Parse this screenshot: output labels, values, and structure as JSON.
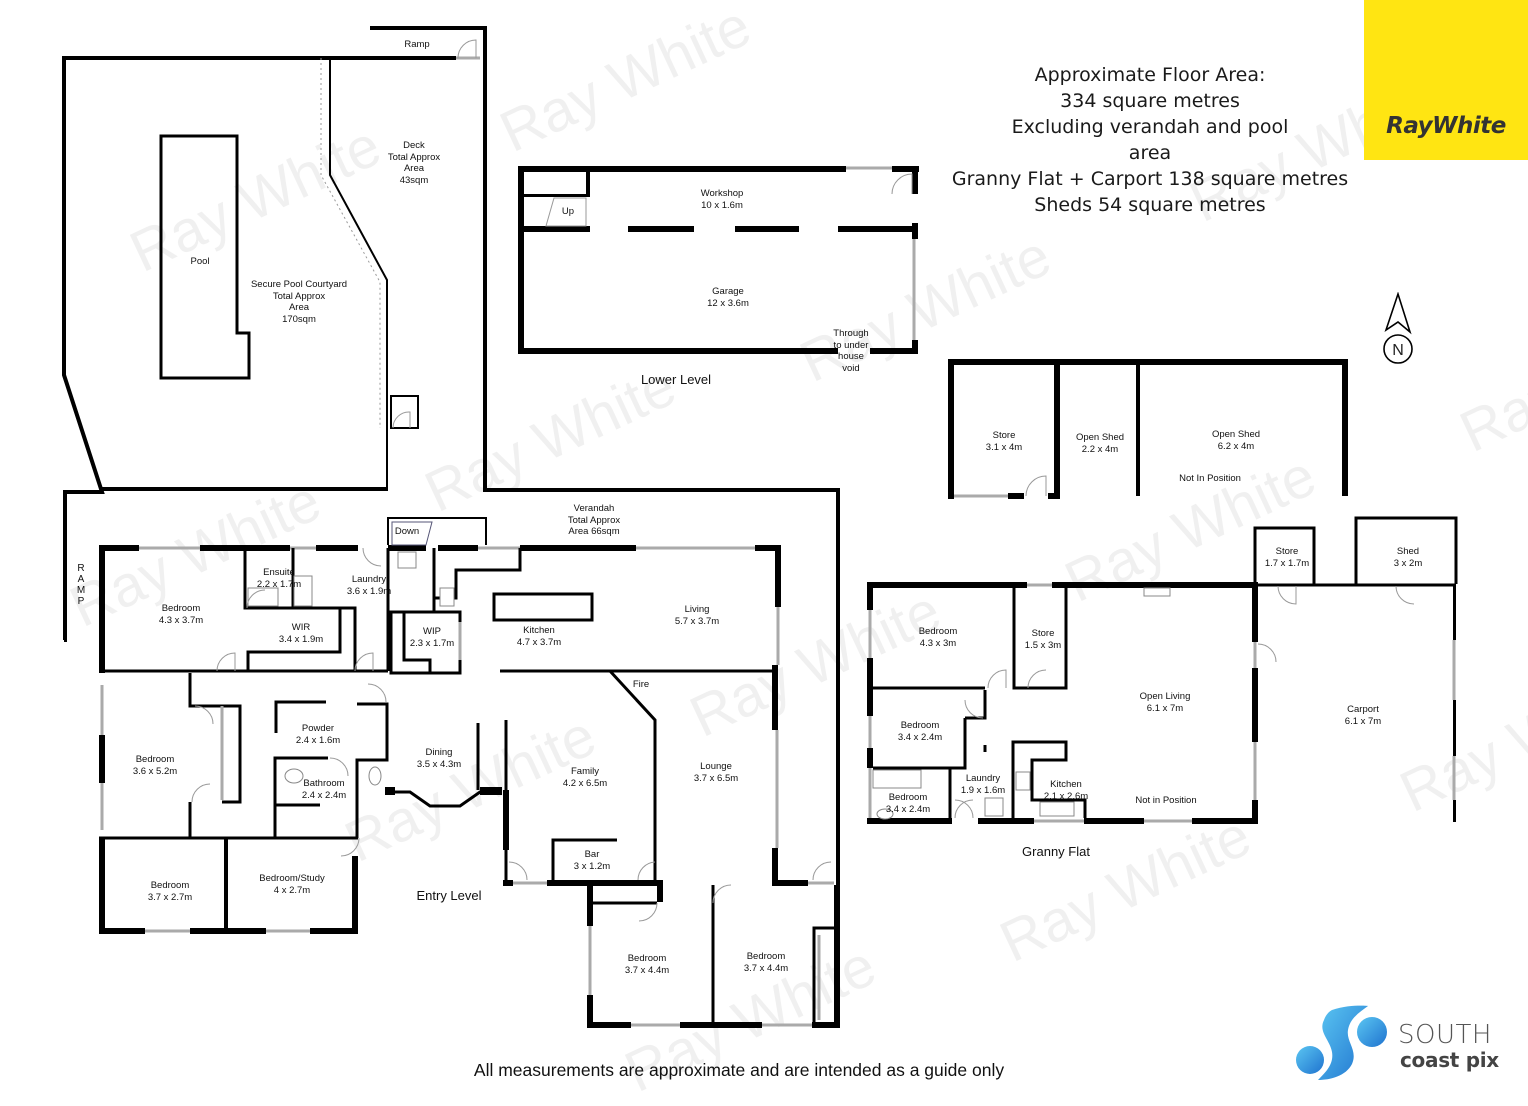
{
  "summary": {
    "lines": [
      "Approximate Floor Area:",
      "334 square metres",
      "Excluding verandah and pool",
      "area",
      "Granny Flat + Carport 138 square metres",
      "Sheds 54 square metres"
    ]
  },
  "brand": {
    "logo_text": "RayWhite",
    "logo_bg_color": "#ffe512",
    "watermark_text": "Ray White",
    "photographer_top": "SOUTH",
    "photographer_bottom": "coast pix",
    "photographer_color": "#2f8fdc"
  },
  "compass": {
    "label": "N"
  },
  "footer": {
    "disclaimer": "All measurements are approximate and are intended as a guide only"
  },
  "levels": {
    "lower": "Lower Level",
    "entry": "Entry Level",
    "granny": "Granny Flat"
  },
  "outdoor": {
    "ramp_top": "Ramp",
    "ramp_side": [
      "R",
      "A",
      "M",
      "P"
    ],
    "pool": "Pool",
    "courtyard": [
      "Secure Pool Courtyard",
      "Total Approx",
      "Area",
      "170sqm"
    ],
    "deck": [
      "Deck",
      "Total Approx",
      "Area",
      "43sqm"
    ],
    "verandah": [
      "Verandah",
      "Total Approx",
      "Area 66sqm"
    ]
  },
  "lower_level": {
    "rooms": [
      {
        "name": "Workshop",
        "size": "10 x 1.6m"
      },
      {
        "name": "Garage",
        "size": "12 x 3.6m"
      }
    ],
    "stairs_label": "Up",
    "note": [
      "Through",
      "to under",
      "house",
      "void"
    ]
  },
  "sheds": {
    "rooms": [
      {
        "name": "Store",
        "size": "3.1 x 4m"
      },
      {
        "name": "Open Shed",
        "size": "2.2 x 4m"
      },
      {
        "name": "Open Shed",
        "size": "6.2 x 4m"
      }
    ],
    "note": "Not In Position"
  },
  "entry_level": {
    "stairs_label": "Down",
    "rooms": [
      {
        "name": "Bedroom",
        "size": "4.3 x 3.7m"
      },
      {
        "name": "Ensuite",
        "size": "2.2 x 1.7m"
      },
      {
        "name": "WIR",
        "size": "3.4 x 1.9m"
      },
      {
        "name": "Laundry",
        "size": "3.6 x 1.9m"
      },
      {
        "name": "WIP",
        "size": "2.3 x 1.7m"
      },
      {
        "name": "Kitchen",
        "size": "4.7 x 3.7m"
      },
      {
        "name": "Living",
        "size": "5.7 x 3.7m"
      },
      {
        "name": "Bedroom",
        "size": "3.6 x 5.2m"
      },
      {
        "name": "Powder",
        "size": "2.4 x 1.6m"
      },
      {
        "name": "Bathroom",
        "size": "2.4 x 2.4m"
      },
      {
        "name": "Dining",
        "size": "3.5 x 4.3m"
      },
      {
        "name": "Family",
        "size": "4.2 x 6.5m"
      },
      {
        "name": "Lounge",
        "size": "3.7 x 6.5m"
      },
      {
        "name": "Bar",
        "size": "3 x 1.2m"
      },
      {
        "name": "Bedroom",
        "size": "3.7 x 2.7m"
      },
      {
        "name": "Bedroom/Study",
        "size": "4 x 2.7m"
      },
      {
        "name": "Bedroom",
        "size": "3.7 x 4.4m"
      },
      {
        "name": "Bedroom",
        "size": "3.7 x 4.4m"
      }
    ],
    "fire_label": "Fire"
  },
  "granny_flat": {
    "rooms": [
      {
        "name": "Bedroom",
        "size": "4.3 x 3m"
      },
      {
        "name": "Store",
        "size": "1.5 x 3m"
      },
      {
        "name": "Open Living",
        "size": "6.1 x 7m"
      },
      {
        "name": "Bedroom",
        "size": "3.4 x 2.4m"
      },
      {
        "name": "Bedroom",
        "size": "3.4 x 2.4m"
      },
      {
        "name": "Laundry",
        "size": "1.9 x 1.6m"
      },
      {
        "name": "Kitchen",
        "size": "2.1 x 2.6m"
      },
      {
        "name": "Store",
        "size": "1.7 x 1.7m"
      },
      {
        "name": "Shed",
        "size": "3 x 2m"
      },
      {
        "name": "Carport",
        "size": "6.1 x 7m"
      }
    ],
    "note": "Not in Position"
  }
}
